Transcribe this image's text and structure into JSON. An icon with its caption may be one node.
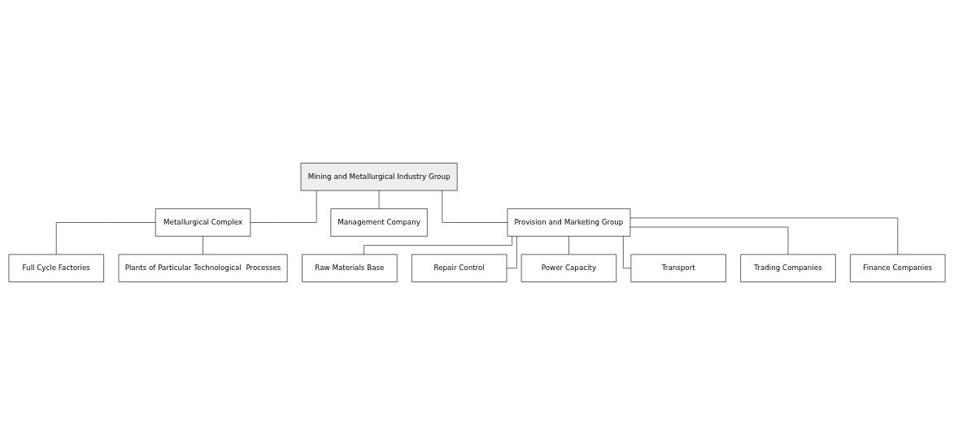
{
  "diagram": {
    "nodes": [
      {
        "text": [
          "Mining and Metallurgical Industry Group"
        ]
      },
      {
        "text": [
          "Metallurgical Complex"
        ]
      },
      {
        "text": [
          "Management Company"
        ]
      },
      {
        "text": [
          "Provision and Marketing Group"
        ]
      },
      {
        "text": [
          "Full Cycle Factories"
        ]
      },
      {
        "text": [
          "Plants of Particular Technological  Processes"
        ]
      },
      {
        "text": [
          "Raw Materials Base"
        ]
      },
      {
        "text": [
          "Repair Control"
        ]
      },
      {
        "text": [
          "Power Capacity"
        ]
      },
      {
        "text": [
          "Transport"
        ]
      },
      {
        "text": [
          "Trading Companies"
        ]
      },
      {
        "text": [
          "Finance Companies"
        ]
      }
    ],
    "edges": [
      {
        "from": 0,
        "to": 1,
        "arrow": "none"
      },
      {
        "from": 0,
        "to": 2,
        "arrow": "none"
      },
      {
        "from": 0,
        "to": 3,
        "arrow": "none"
      },
      {
        "from": 1,
        "to": 4,
        "arrow": "none"
      },
      {
        "from": 1,
        "to": 5,
        "arrow": "none"
      },
      {
        "from": 3,
        "to": 6,
        "arrow": "none"
      },
      {
        "from": 3,
        "to": 7,
        "arrow": "none"
      },
      {
        "from": 3,
        "to": 8,
        "arrow": "none"
      },
      {
        "from": 3,
        "to": 9,
        "arrow": "none"
      },
      {
        "from": 3,
        "to": 10,
        "arrow": "none"
      },
      {
        "from": 3,
        "to": 11,
        "arrow": "none"
      }
    ]
  }
}
